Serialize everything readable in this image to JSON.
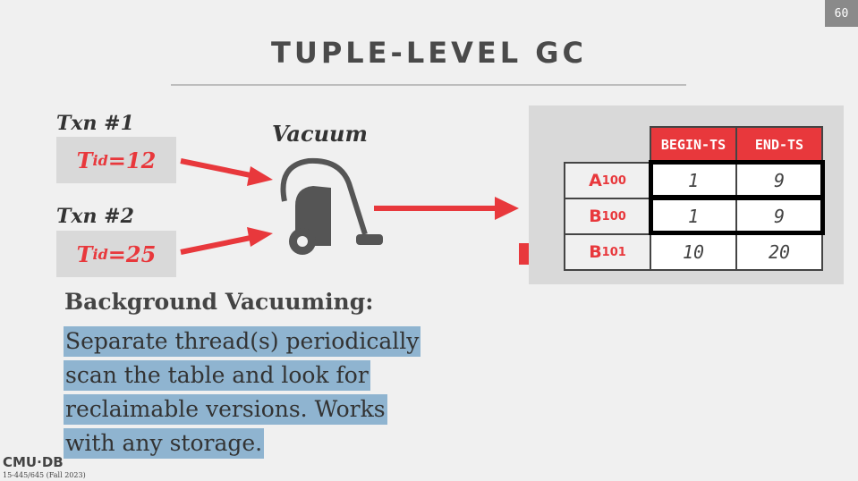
{
  "page_number": "60",
  "title": "TUPLE-LEVEL GC",
  "txn1": {
    "label": "Txn #1",
    "tid_prefix": "T",
    "tid_sub": "id",
    "tid_value": "=12"
  },
  "txn2": {
    "label": "Txn #2",
    "tid_prefix": "T",
    "tid_sub": "id",
    "tid_value": "=25"
  },
  "vacuum_label": "Vacuum",
  "background": {
    "title": "Background Vacuuming:",
    "lines": [
      "Separate thread(s) periodically",
      "scan the table and look for",
      "reclaimable versions. Works",
      "with any storage."
    ]
  },
  "table": {
    "headers": [
      "BEGIN-TS",
      "END-TS"
    ],
    "rows": [
      {
        "name": "A",
        "sub": "100",
        "begin": "1",
        "end": "9"
      },
      {
        "name": "B",
        "sub": "100",
        "begin": "1",
        "end": "9"
      },
      {
        "name": "B",
        "sub": "101",
        "begin": "10",
        "end": "20"
      }
    ]
  },
  "footer": {
    "logo": "CMU·DB",
    "course": "15-445/645 (Fall 2023)"
  },
  "colors": {
    "accent": "#e8383c",
    "highlight": "#8fb4d0"
  }
}
